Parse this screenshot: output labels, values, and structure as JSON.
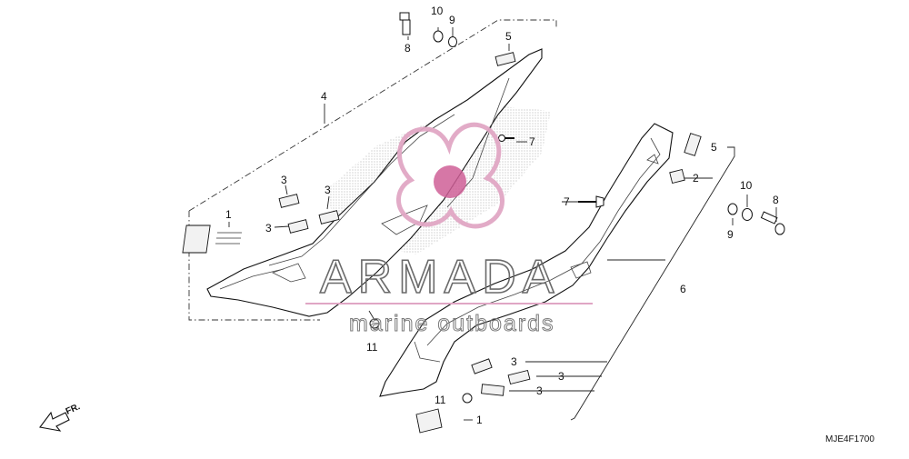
{
  "watermark": {
    "brand": "ARMADA",
    "tagline": "marine outboards",
    "logo_color": "#e0a6c4",
    "logo_fill": "#cf5f96"
  },
  "diagram_code": "MJE4F1700",
  "direction_label": "FR.",
  "callouts": {
    "left_4": "4",
    "left_5": "5",
    "left_8": "8",
    "left_10": "10",
    "left_9": "9",
    "left_7": "7",
    "left_1": "1",
    "left_3a": "3",
    "left_3b": "3",
    "left_3c": "3",
    "left_11": "11",
    "right_5": "5",
    "right_2": "2",
    "right_7": "7",
    "right_10": "10",
    "right_8": "8",
    "right_9": "9",
    "right_6": "6",
    "right_3a": "3",
    "right_3b": "3",
    "right_3c": "3",
    "right_11": "11",
    "right_1": "1"
  },
  "colors": {
    "line": "#111111",
    "dots": "#9a9a9a"
  }
}
